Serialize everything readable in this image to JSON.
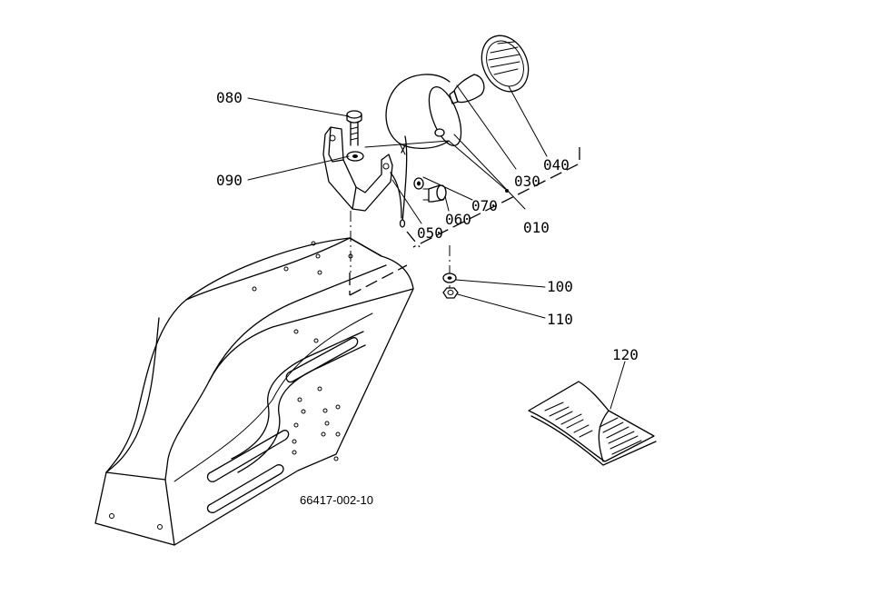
{
  "callouts": {
    "c010": "010",
    "c030": "030",
    "c040": "040",
    "c050": "050",
    "c060": "060",
    "c070": "070",
    "c080": "080",
    "c090": "090",
    "c100": "100",
    "c110": "110",
    "c120": "120"
  },
  "drawing_number": "66417-002-10",
  "parts": {
    "headlight": "headlight-assembly",
    "bulb": "bulb",
    "lens": "lens",
    "bracket": "bracket",
    "bolt": "bolt",
    "washer": "washer",
    "lock_washer": "lock-washer",
    "nut": "nut",
    "fender": "fender",
    "manual": "manual"
  }
}
